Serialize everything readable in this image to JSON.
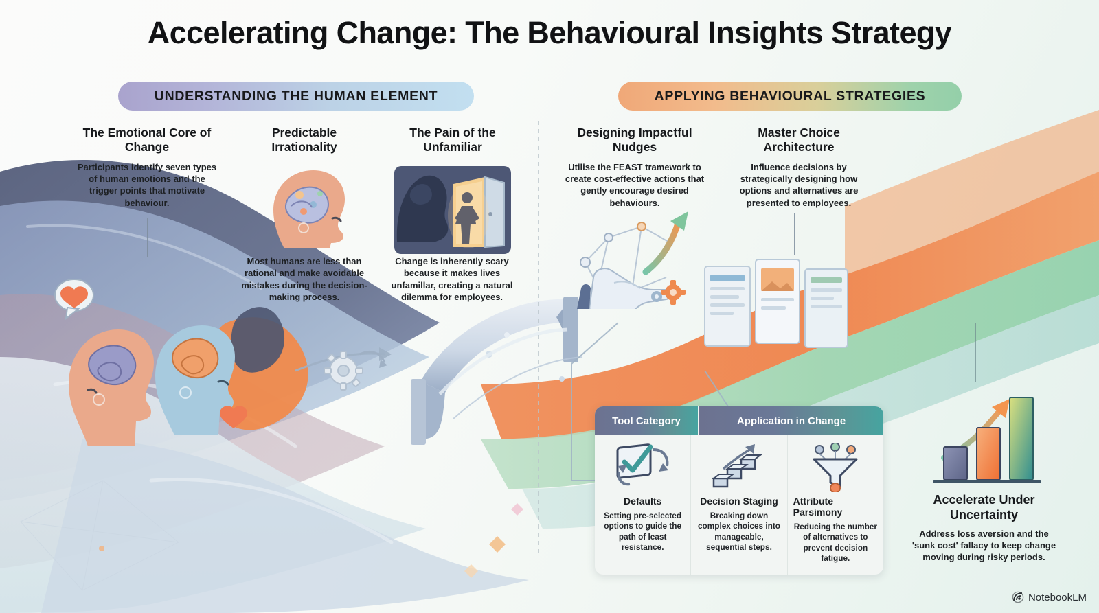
{
  "title": "Accelerating Change: The Behavioural Insights Strategy",
  "sections": [
    {
      "id": "left",
      "label": "UNDERSTANDING THE HUMAN ELEMENT",
      "gradient_from": "#a9a3cd",
      "gradient_to": "#c2dff0"
    },
    {
      "id": "right",
      "label": "APPLYING BEHAVIOURAL STRATEGIES",
      "gradient_from": "#f0a878",
      "gradient_to": "#94cfa9"
    }
  ],
  "columns": [
    {
      "id": "emotional-core",
      "heading": "The Emotional Core of Change",
      "body": "Participants identify seven types of human emotions and the trigger points that motivate behaviour.",
      "icon": "two-heads-brains-hearts-icon"
    },
    {
      "id": "predictable-irrationality",
      "heading": "Predictable Irrationality",
      "body": "Most humans are less than rational and make avoidable mistakes during the decision-making process.",
      "icon": "head-profile-brain-gears-icon"
    },
    {
      "id": "pain-of-unfamiliar",
      "heading": "The Pain of the Unfamiliar",
      "body": "Change is inherently scary because it makes lives unfamillar, creating a natural dilemma for employees.",
      "icon": "person-doorway-shadow-icon"
    },
    {
      "id": "designing-nudges",
      "heading": "Designing Impactful Nudges",
      "body": "Utilise the FEAST tramework to create cost-effective actions that gently encourage desired behaviours.",
      "icon": "hand-network-arrow-icon"
    },
    {
      "id": "master-choice-architecture",
      "heading": "Master Choice Architecture",
      "body": "Influence decisions by strategically designing how options and alternatives are presented to employees.",
      "icon": "layered-screens-icon"
    }
  ],
  "tool_table": {
    "headers": [
      "Tool Category",
      "Application in Change"
    ],
    "rows": [
      {
        "name": "Defaults",
        "icon": "checkbox-arrow-icon",
        "desc": "Setting pre-selected options to guide the path of least resistance."
      },
      {
        "name": "Decision Staging",
        "icon": "stairs-arrow-icon",
        "desc": "Breaking down complex choices into manageable, sequential steps."
      },
      {
        "name": "Attribute Parsimony",
        "icon": "funnel-filter-icon",
        "desc": "Reducing the number of alternatives to prevent decision fatigue."
      }
    ],
    "header_gradient_from": "#6c7290",
    "header_gradient_to": "#46a4a0"
  },
  "accelerate": {
    "heading": "Accelerate Under Uncertainty",
    "body": "Address loss aversion and the 'sunk cost' fallacy to keep change moving during risky periods.",
    "icon": "growth-bar-chart-icon"
  },
  "chart_data": {
    "type": "bar",
    "title": "Accelerate Under Uncertainty",
    "categories": [
      "1",
      "2",
      "3"
    ],
    "values": [
      38,
      68,
      100
    ],
    "colors": [
      "#6e77a0",
      "#f07b3f",
      "#3f9a99"
    ],
    "ylim": [
      0,
      110
    ],
    "xlabel": "",
    "ylabel": "",
    "grid": false,
    "annotation": "upward curved growth arrow"
  },
  "watermark": {
    "label": "NotebookLM",
    "icon": "notebooklm-icon"
  },
  "palette": {
    "page_bg_start": "#fbfbfa",
    "page_bg_end": "#e4f1ec",
    "ink": "#16181b",
    "swoosh_orange": "#ef7f45",
    "swoosh_green": "#9bd3ad",
    "swoosh_blue": "#8fa8c9",
    "swoosh_slate": "#5c6580"
  }
}
